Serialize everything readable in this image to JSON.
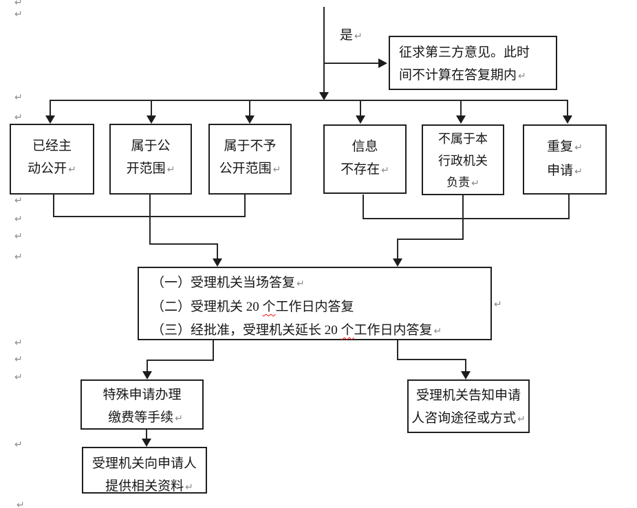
{
  "meta": {
    "mark_char": "↵",
    "line_color": "#262626",
    "border_color": "#1f1f1f",
    "mark_color": "#8a8a8a",
    "spellcheck_color": "#e11"
  },
  "labels": {
    "yes": "是"
  },
  "third_party_box": {
    "line1": "征求第三方意见。此时",
    "line2": "间不计算在答复期内"
  },
  "branch_boxes": [
    {
      "id": "already-disclosed",
      "lines": [
        "已经主",
        "动公开"
      ]
    },
    {
      "id": "within-open-scope",
      "lines": [
        "属于公",
        "开范围"
      ]
    },
    {
      "id": "not-open-scope",
      "lines": [
        "属于不予",
        "公开范围"
      ]
    },
    {
      "id": "info-not-exist",
      "lines": [
        "信息",
        "不存在"
      ]
    },
    {
      "id": "not-this-agency",
      "lines": [
        "不属于本",
        "行政机关",
        "负责"
      ]
    },
    {
      "id": "repeat-application",
      "lines": [
        "重复",
        "申请"
      ]
    }
  ],
  "reply_box": {
    "item1": "（一）受理机关当场答复",
    "item2_pre": "（二）受理机关 20 ",
    "item2_ge": "个",
    "item2_post": "工作日内答复",
    "item3_pre": "（三）经批准，受理机关延长 20 ",
    "item3_ge": "个",
    "item3_post": "工作日内答复"
  },
  "special_box": {
    "line1": "特殊申请办理",
    "line2": "缴费等手续"
  },
  "provide_box": {
    "line1": "受理机关向申请人",
    "line2": "提供相关资料"
  },
  "inform_box": {
    "line1": "受理机关告知申请",
    "line2": "人咨询途径或方式"
  }
}
